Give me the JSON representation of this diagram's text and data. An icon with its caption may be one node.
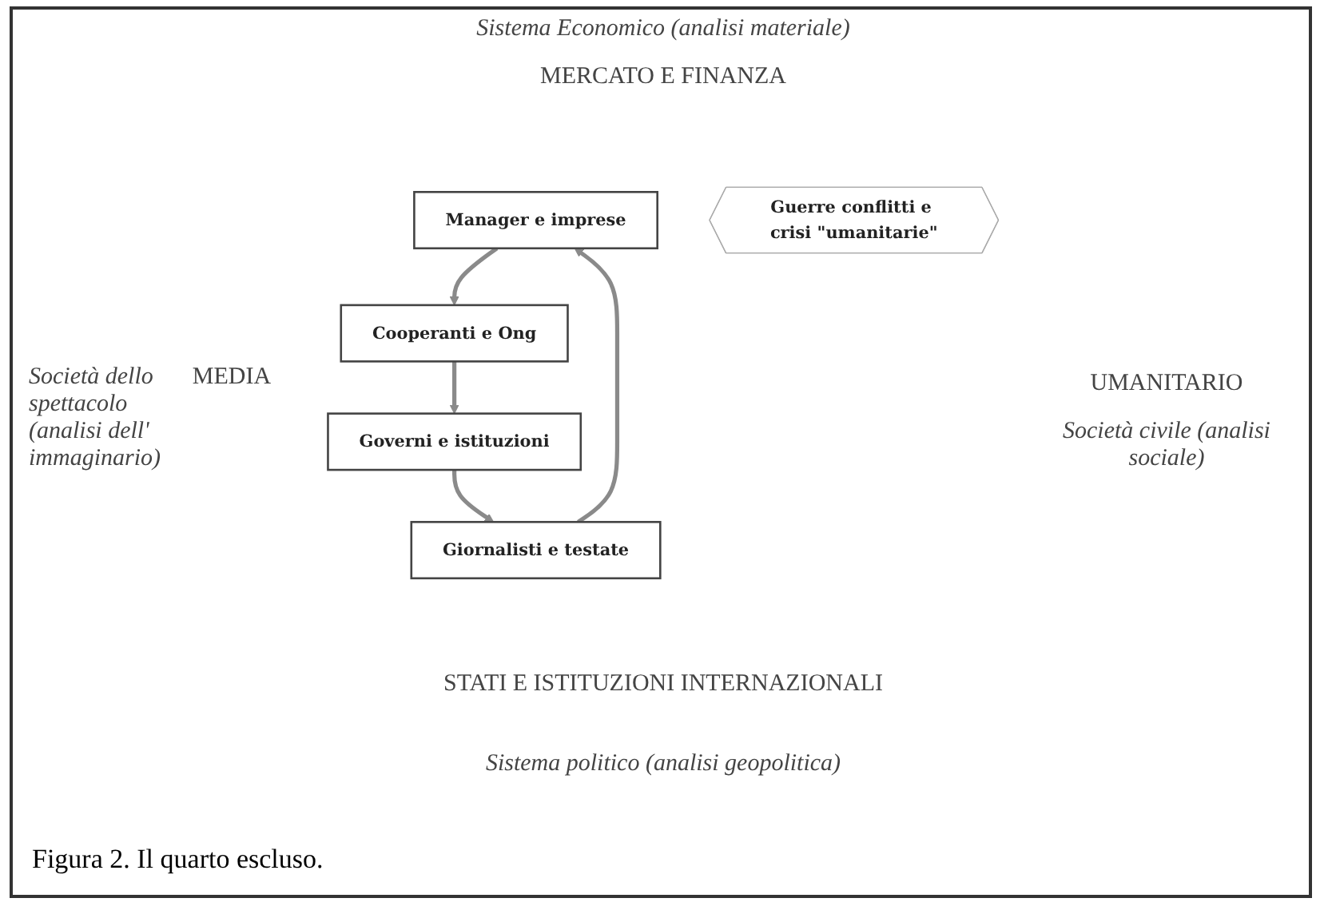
{
  "diagram": {
    "caption": "Figura 2. Il quarto escluso.",
    "nodes": [
      {
        "text": [
          "Manager e imprese"
        ]
      },
      {
        "text": [
          "Giornalisti e testate"
        ]
      },
      {
        "text": [
          "Guerre conflitti e crisi \"umanitarie\""
        ]
      },
      {
        "text": [
          "Cooperanti e Ong"
        ]
      },
      {
        "text": [
          "Governi e istituzioni"
        ]
      }
    ],
    "edges": [
      {
        "from": 0,
        "to": 3,
        "arrow": "to"
      },
      {
        "from": 3,
        "to": 4,
        "arrow": "to"
      },
      {
        "from": 4,
        "to": 1,
        "arrow": "to"
      },
      {
        "from": 1,
        "to": 0,
        "arrow": "to"
      }
    ],
    "labels": [
      "Sistema Economico (analisi materiale)",
      "MERCATO E FINANZA",
      "Società dello spettacolo (analisi dell' immaginario)",
      "MEDIA",
      "UMANITARIO",
      "Società civile (analisi sociale)",
      "STATI E ISTITUZIONI INTERNAZIONALI",
      "Sistema politico (analisi geopolitica)"
    ]
  }
}
